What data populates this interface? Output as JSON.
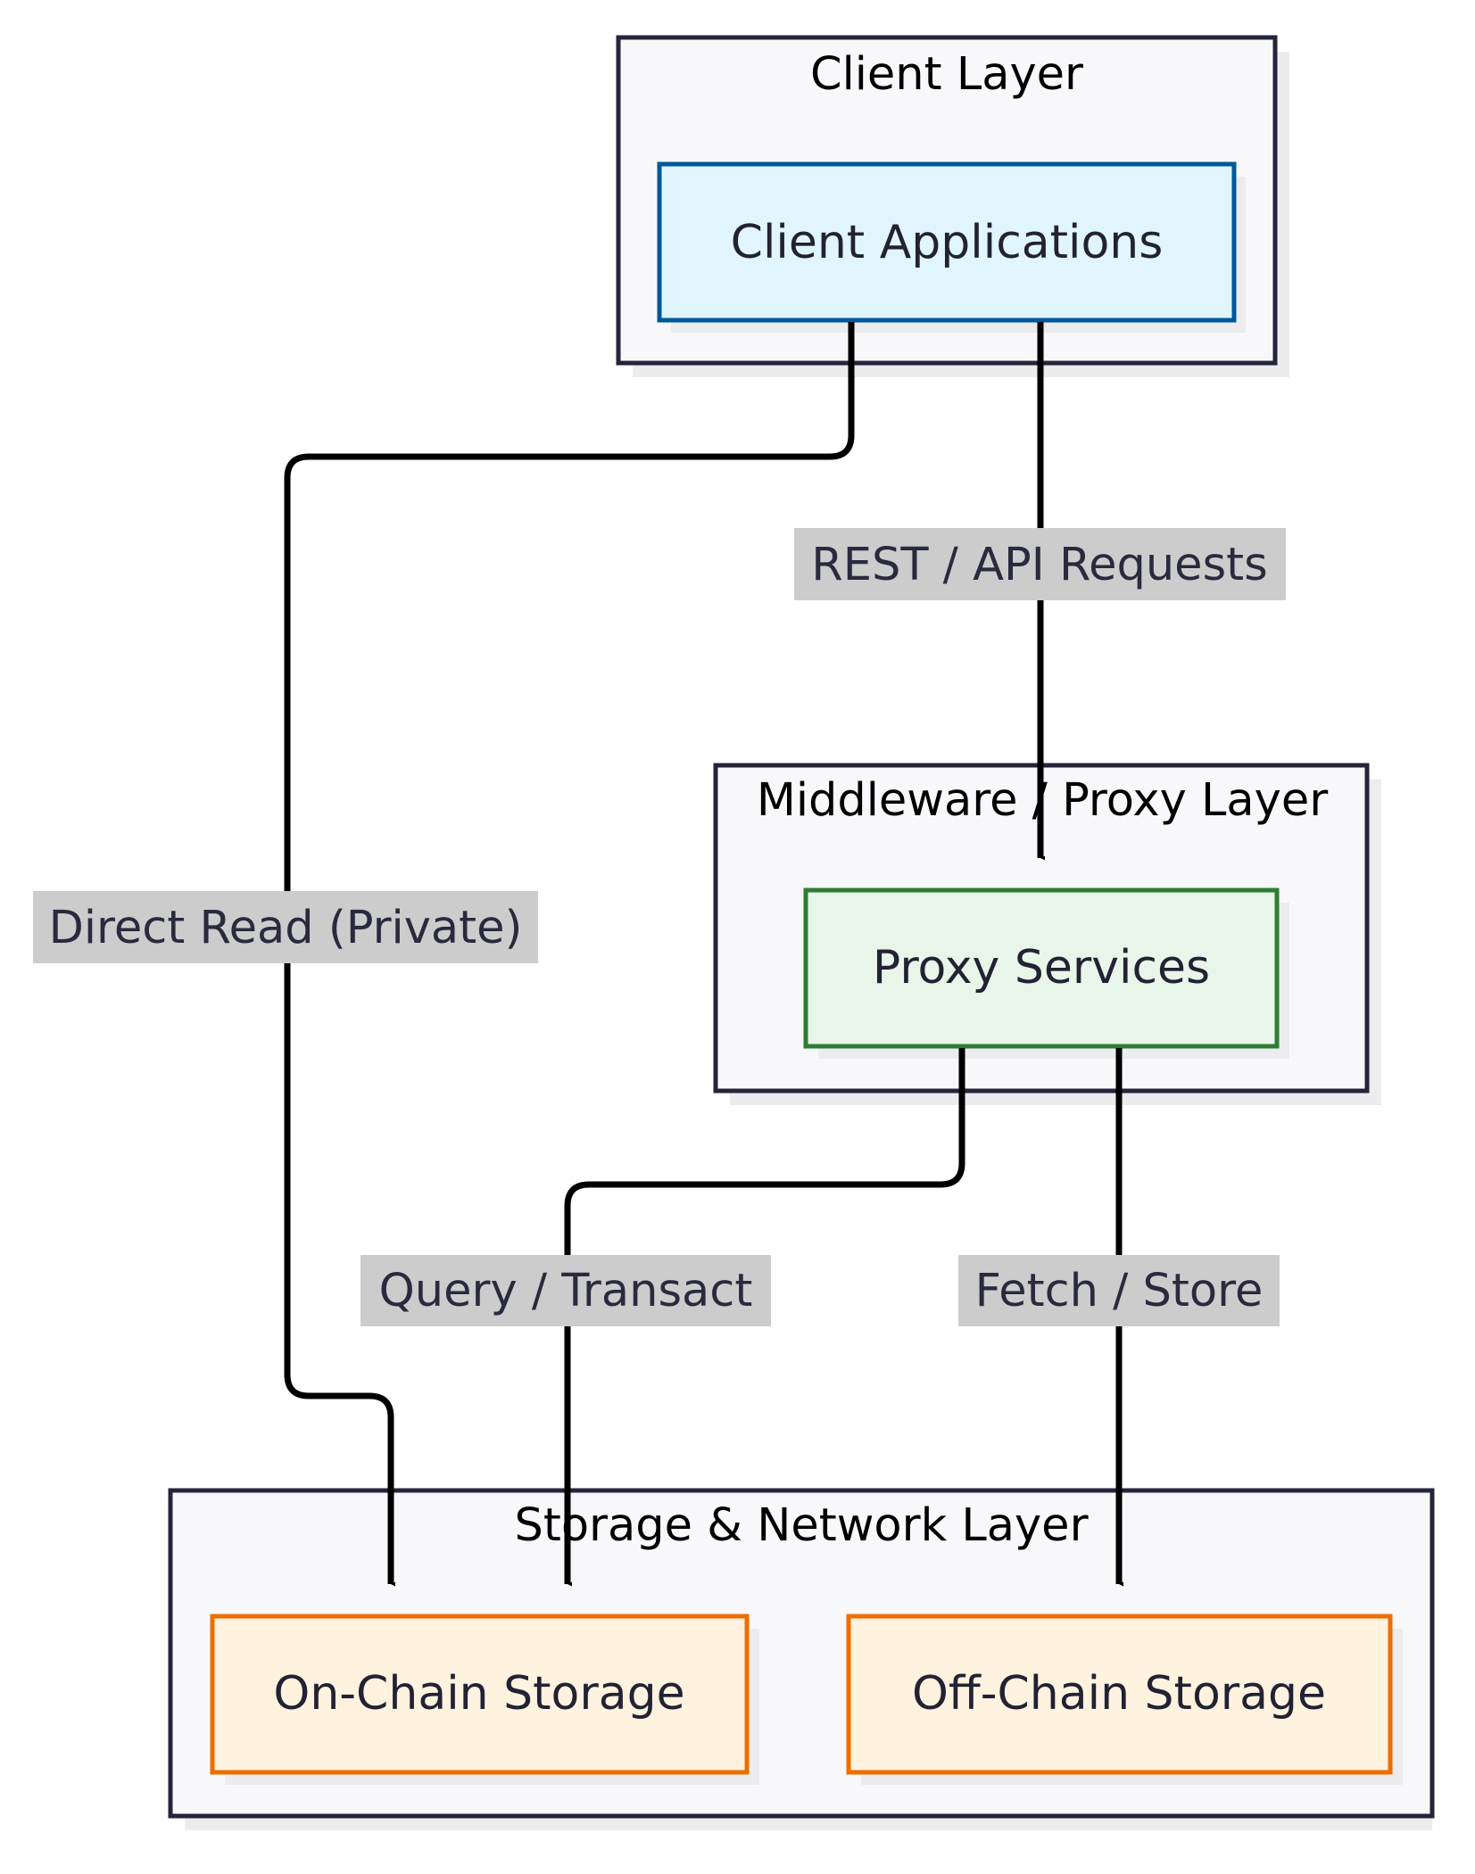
{
  "clusters": {
    "client": {
      "title": "Client Layer"
    },
    "middleware": {
      "title": "Middleware / Proxy Layer"
    },
    "storage": {
      "title": "Storage & Network Layer"
    }
  },
  "nodes": {
    "client_apps": {
      "label": "Client Applications",
      "fill": "#e1f5fe",
      "stroke": "#01579b"
    },
    "proxy": {
      "label": "Proxy Services",
      "fill": "#e8f5e9",
      "stroke": "#2e7d32"
    },
    "onchain": {
      "label": "On-Chain Storage",
      "fill": "#fff3e0",
      "stroke": "#ef6c00"
    },
    "offchain": {
      "label": "Off-Chain Storage",
      "fill": "#fff3e0",
      "stroke": "#ef6c00"
    }
  },
  "edges": {
    "rest": {
      "label": "REST / API Requests"
    },
    "direct": {
      "label": "Direct Read (Private)"
    },
    "query": {
      "label": "Query / Transact"
    },
    "fetch": {
      "label": "Fetch / Store"
    }
  },
  "colors": {
    "cluster_fill": "#f8f8fa",
    "cluster_stroke": "#24243a",
    "shadow": "#ececef",
    "edge": "#000000",
    "edge_label_bg": "#cccccc"
  }
}
